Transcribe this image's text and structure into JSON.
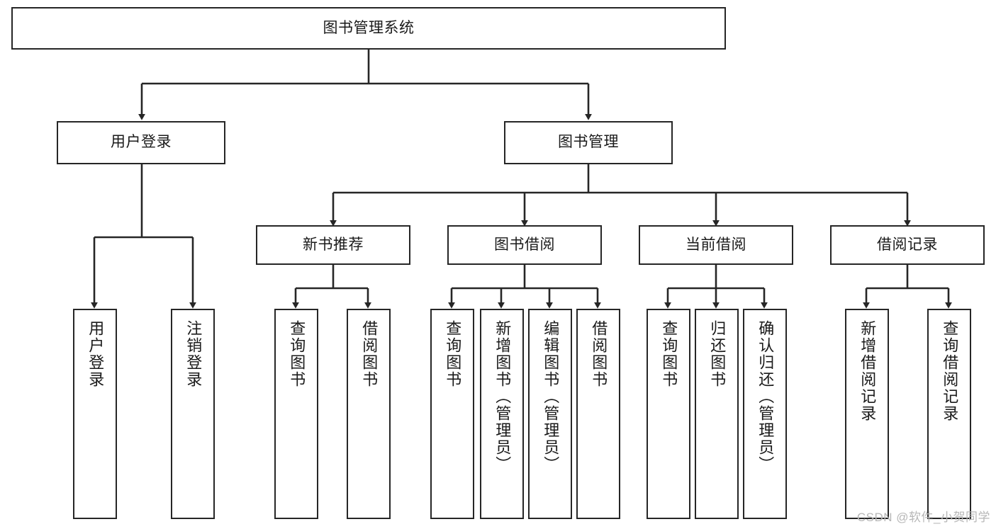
{
  "diagram": {
    "type": "tree",
    "title": "图书管理系统",
    "watermark": "CSDN @软件_小贺同学",
    "colors": {
      "border": "#262626",
      "text": "#1a1a1a",
      "edge": "#333333",
      "background": "#ffffff",
      "watermark": "#b7b7b7"
    },
    "root": {
      "label": "图书管理系统"
    },
    "level2": [
      {
        "id": "user-login",
        "label": "用户登录"
      },
      {
        "id": "book-manage",
        "label": "图书管理"
      }
    ],
    "level3": [
      {
        "id": "new-book-recommend",
        "label": "新书推荐"
      },
      {
        "id": "book-borrow",
        "label": "图书借阅"
      },
      {
        "id": "current-borrow",
        "label": "当前借阅"
      },
      {
        "id": "borrow-record",
        "label": "借阅记录"
      }
    ],
    "leaves": {
      "user_login": [
        {
          "id": "leaf-user-login",
          "label": "用户登录"
        },
        {
          "id": "leaf-logout-login",
          "label": "注销登录"
        }
      ],
      "new_book_recommend": [
        {
          "id": "leaf-query-book-1",
          "label": "查询图书"
        },
        {
          "id": "leaf-borrow-book-1",
          "label": "借阅图书"
        }
      ],
      "book_borrow": [
        {
          "id": "leaf-query-book-2",
          "label": "查询图书"
        },
        {
          "id": "leaf-add-book",
          "label": "新增图书（管理员）"
        },
        {
          "id": "leaf-edit-book",
          "label": "编辑图书（管理员）"
        },
        {
          "id": "leaf-borrow-book-2",
          "label": "借阅图书"
        }
      ],
      "current_borrow": [
        {
          "id": "leaf-query-book-3",
          "label": "查询图书"
        },
        {
          "id": "leaf-return-book",
          "label": "归还图书"
        },
        {
          "id": "leaf-confirm-return",
          "label": "确认归还（管理员）"
        }
      ],
      "borrow_record": [
        {
          "id": "leaf-add-record",
          "label": "新增借阅记录"
        },
        {
          "id": "leaf-query-record",
          "label": "查询借阅记录"
        }
      ]
    }
  }
}
